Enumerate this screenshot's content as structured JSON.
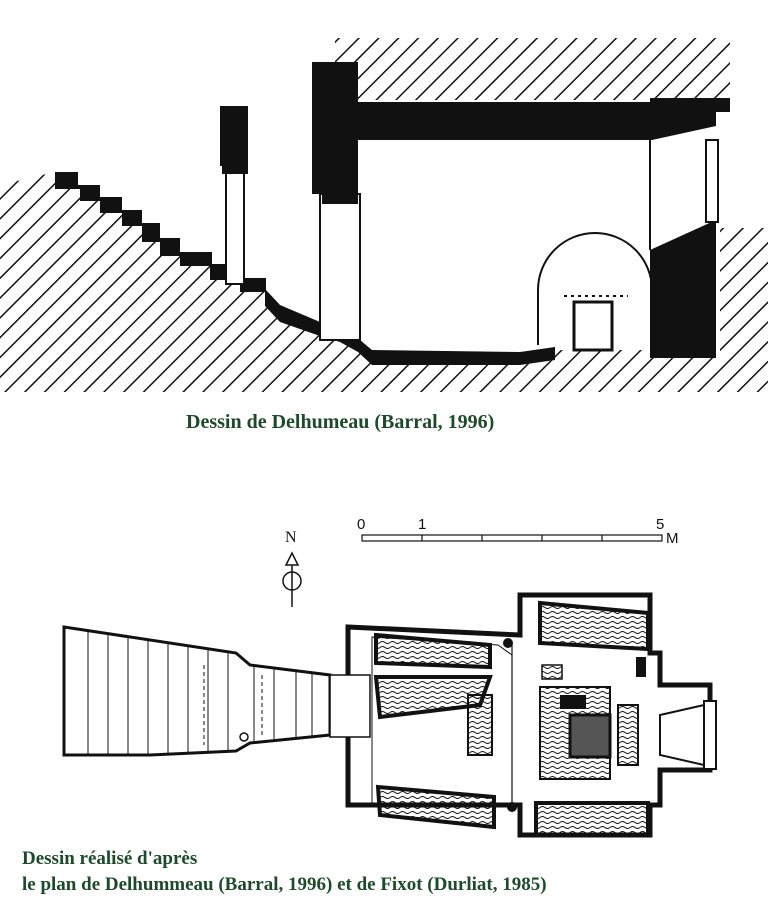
{
  "captions": {
    "section": "Dessin de Delhumeau (Barral, 1996)",
    "plan_line1": "Dessin réalisé d'après",
    "plan_line2": "le plan de Delhummeau (Barral, 1996) et de Fixot (Durliat, 1985)"
  },
  "north_arrow": {
    "label": "N"
  },
  "scale_bar": {
    "ticks": [
      "0",
      "1",
      "5"
    ],
    "unit": "M"
  },
  "colors": {
    "caption": "#1d4a2a",
    "ink": "#111111"
  }
}
